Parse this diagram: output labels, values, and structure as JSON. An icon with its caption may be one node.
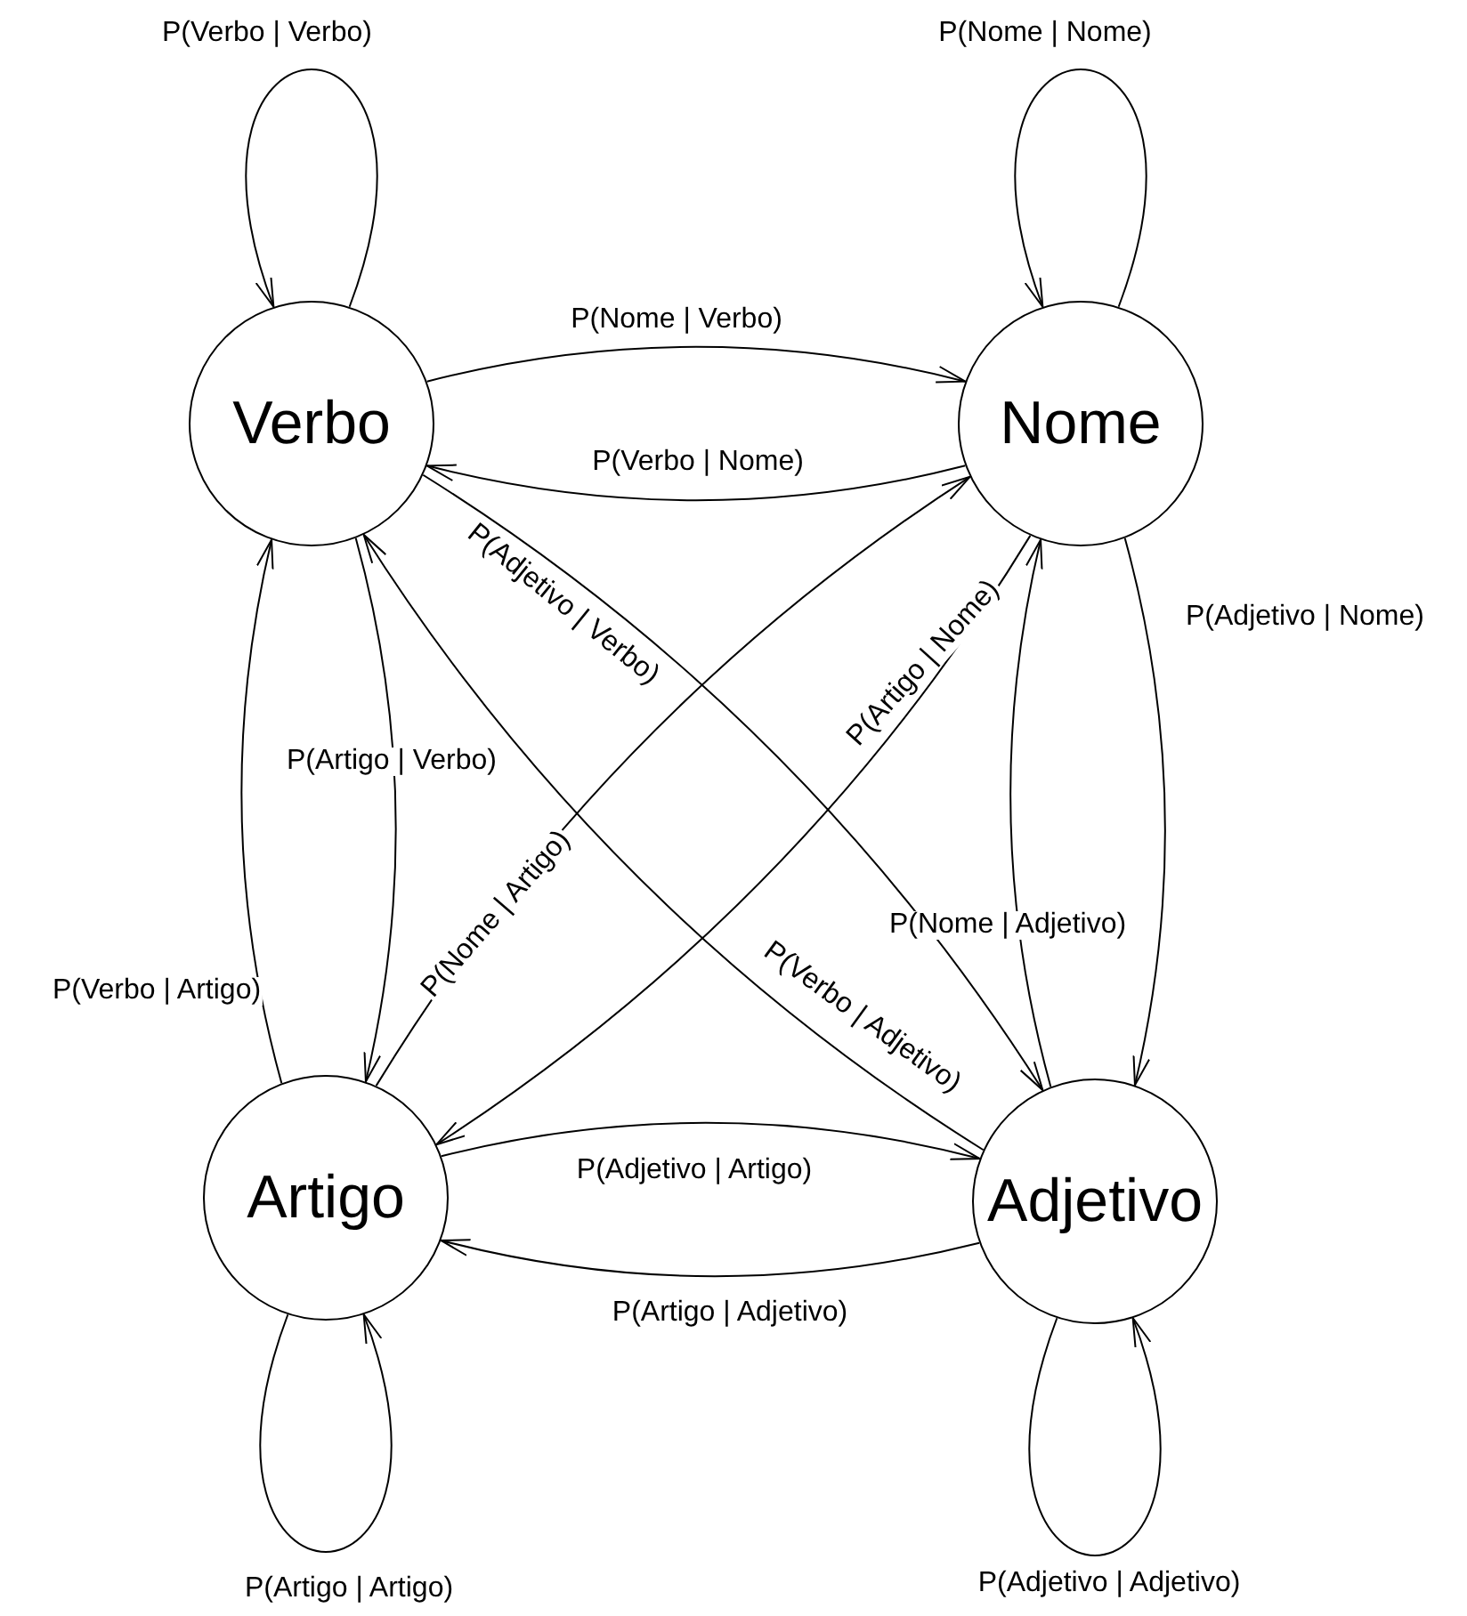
{
  "diagram": {
    "nodes": [
      {
        "text": [
          "Verbo"
        ]
      },
      {
        "text": [
          "Nome"
        ]
      },
      {
        "text": [
          "Artigo"
        ]
      },
      {
        "text": [
          "Adjetivo"
        ]
      }
    ],
    "edges": [
      {
        "from": 0,
        "to": 0,
        "arrow": "to",
        "label": "P(Verbo | Verbo)"
      },
      {
        "from": 1,
        "to": 1,
        "arrow": "to",
        "label": "P(Nome | Nome)"
      },
      {
        "from": 0,
        "to": 1,
        "arrow": "to",
        "label": "P(Nome | Verbo)"
      },
      {
        "from": 1,
        "to": 0,
        "arrow": "to",
        "label": "P(Verbo | Nome)"
      },
      {
        "from": 0,
        "to": 3,
        "arrow": "to",
        "label": "P(Adjetivo | Verbo)"
      },
      {
        "from": 1,
        "to": 2,
        "arrow": "to",
        "label": "P(Artigo | Nome)"
      },
      {
        "from": 1,
        "to": 3,
        "arrow": "to",
        "label": "P(Adjetivo | Nome)"
      },
      {
        "from": 0,
        "to": 2,
        "arrow": "to",
        "label": "P(Artigo | Verbo)"
      },
      {
        "from": 3,
        "to": 1,
        "arrow": "to",
        "label": "P(Nome | Adjetivo)"
      },
      {
        "from": 2,
        "to": 0,
        "arrow": "to",
        "label": "P(Verbo | Artigo)"
      },
      {
        "from": 2,
        "to": 1,
        "arrow": "to",
        "label": "P(Nome | Artigo)"
      },
      {
        "from": 3,
        "to": 0,
        "arrow": "to",
        "label": "P(Verbo | Adjetivo)"
      },
      {
        "from": 2,
        "to": 3,
        "arrow": "to",
        "label": "P(Adjetivo | Artigo)"
      },
      {
        "from": 3,
        "to": 2,
        "arrow": "to",
        "label": "P(Artigo | Adjetivo)"
      },
      {
        "from": 2,
        "to": 2,
        "arrow": "to",
        "label": "P(Artigo | Artigo)"
      },
      {
        "from": 3,
        "to": 3,
        "arrow": "to",
        "label": "P(Adjetivo | Adjetivo)"
      }
    ]
  }
}
